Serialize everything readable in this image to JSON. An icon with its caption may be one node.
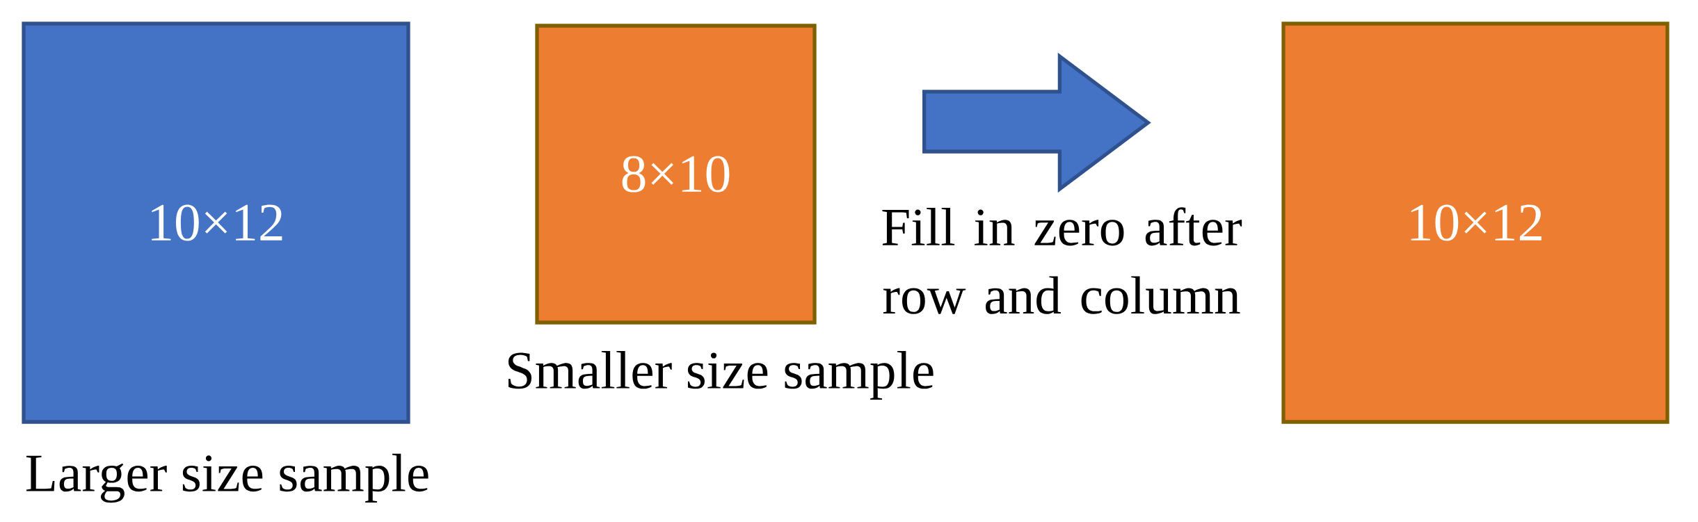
{
  "diagram": {
    "nodes": [
      {
        "text": [
          "10×12",
          "Larger size sample"
        ]
      },
      {
        "text": [
          "8×10",
          "Smaller size sample"
        ]
      },
      {
        "text": [
          "10×12"
        ]
      }
    ],
    "edges": [
      {
        "from": 1,
        "to": 2,
        "arrow": "to",
        "label": "Fill in zero after row and column",
        "color": "#4472c4"
      }
    ]
  }
}
